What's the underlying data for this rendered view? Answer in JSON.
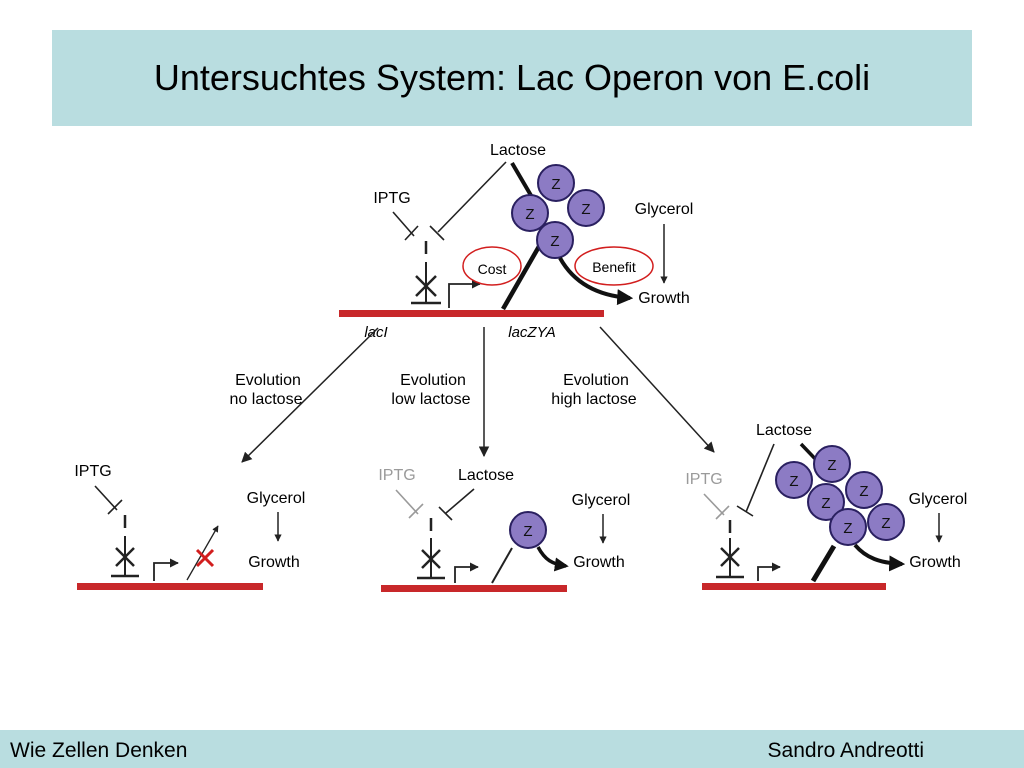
{
  "header": {
    "title": "Untersuchtes System: Lac Operon von E.coli"
  },
  "footer": {
    "left": "Wie Zellen Denken",
    "right": "Sandro Andreotti"
  },
  "colors": {
    "header_bg": "#b9dde0",
    "dna": "#c8282a",
    "protein_fill": "#8c7bc4",
    "cost_circle": "#d21e1e",
    "inhibited_x": "#d21e1e",
    "faded": "#9a9a9a"
  },
  "diagram": {
    "top": {
      "lactose": "Lactose",
      "iptg": "IPTG",
      "z": "Z",
      "glycerol": "Glycerol",
      "cost": "Cost",
      "benefit": "Benefit",
      "growth": "Growth",
      "laci": "lacI",
      "laczya": "lacZYA"
    },
    "branches": {
      "none": [
        "Evolution",
        "no lactose"
      ],
      "low": [
        "Evolution",
        "low lactose"
      ],
      "high": [
        "Evolution",
        "high lactose"
      ]
    },
    "left": {
      "iptg": "IPTG",
      "glycerol": "Glycerol",
      "growth": "Growth"
    },
    "middle": {
      "iptg": "IPTG",
      "lactose": "Lactose",
      "z": "Z",
      "glycerol": "Glycerol",
      "growth": "Growth"
    },
    "right": {
      "iptg": "IPTG",
      "lactose": "Lactose",
      "z": "Z",
      "glycerol": "Glycerol",
      "growth": "Growth"
    }
  }
}
